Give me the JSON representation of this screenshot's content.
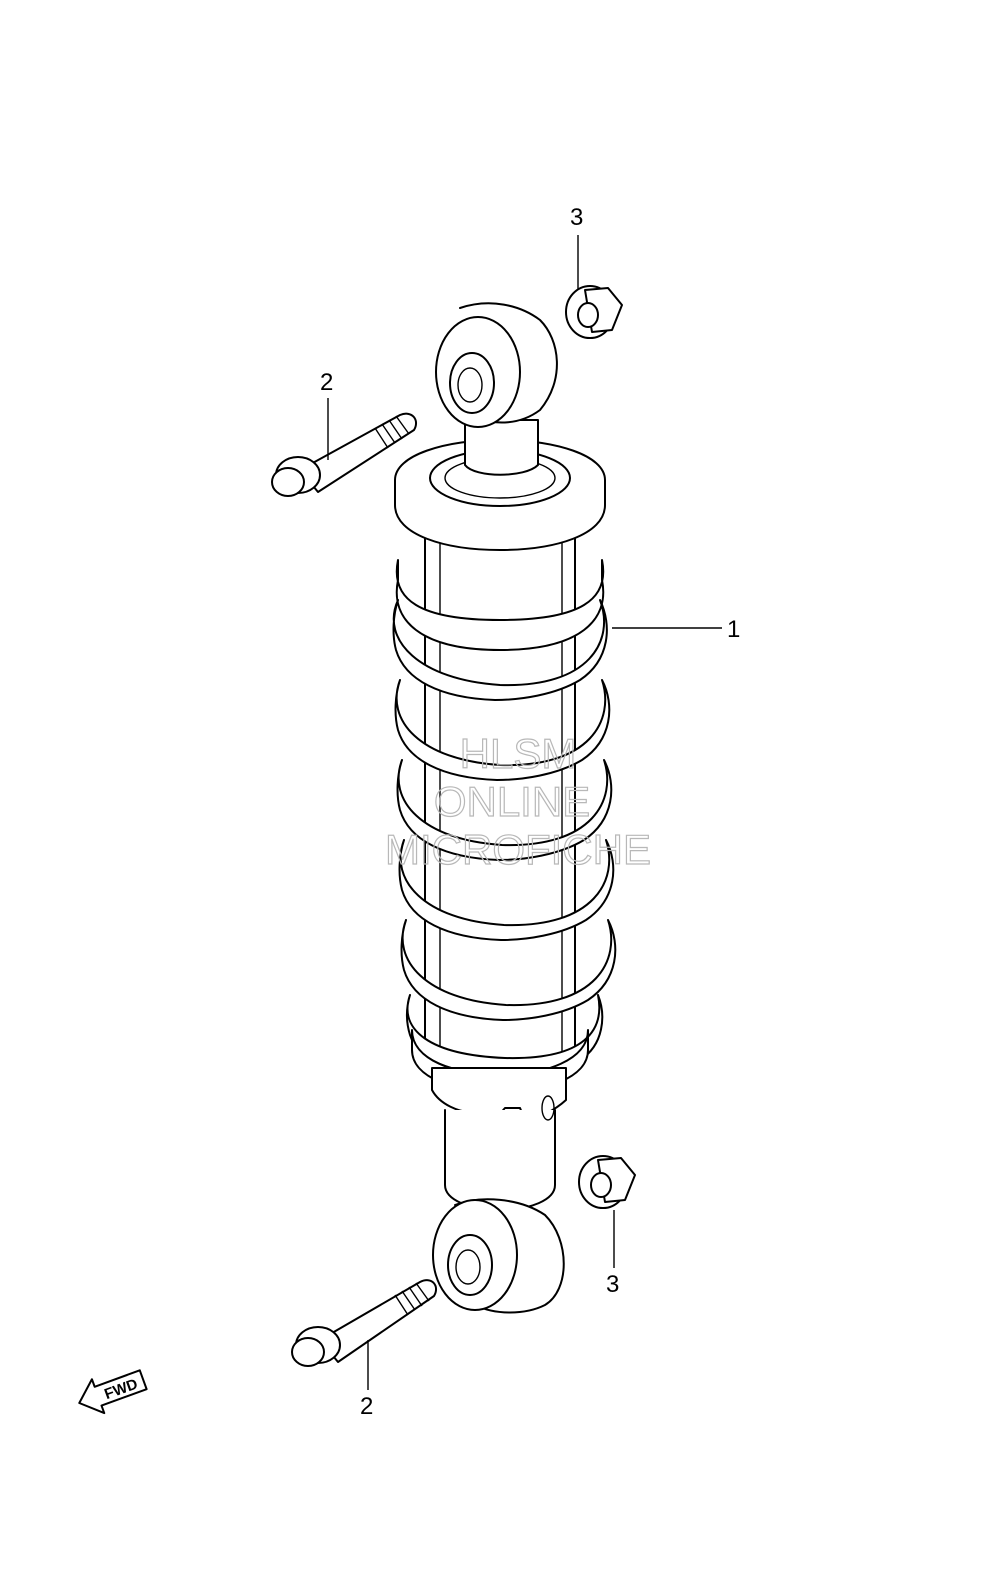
{
  "callouts": {
    "shock_absorber": "1",
    "bolt_upper": "2",
    "bolt_lower": "2",
    "nut_upper": "3",
    "nut_lower": "3"
  },
  "watermark": {
    "line1": "HLSM",
    "line2": "ONLINE",
    "line3": "MICROFICHE"
  },
  "direction_arrow": {
    "label": "FWD"
  }
}
